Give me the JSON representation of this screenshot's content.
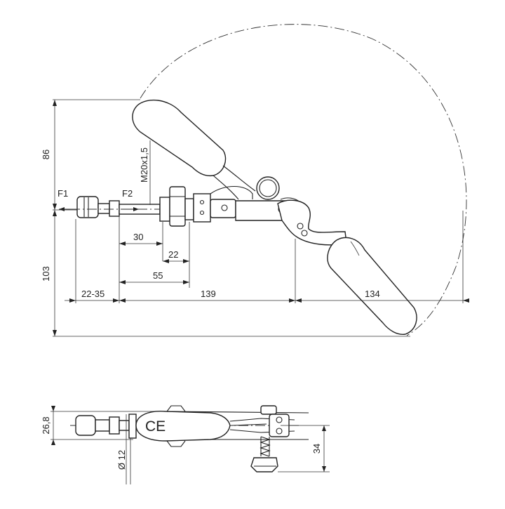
{
  "dimensions": {
    "height_top": "86",
    "thread": "M20x1,5",
    "height_bottom": "103",
    "force_1": "F1",
    "force_2": "F2",
    "len_30": "30",
    "len_22": "22",
    "len_55": "55",
    "stroke_range": "22-35",
    "len_139": "139",
    "len_134": "134",
    "side_height": "26,8",
    "diameter": "Ø 12",
    "side_34": "34"
  },
  "marks": {
    "ce": "CE"
  }
}
